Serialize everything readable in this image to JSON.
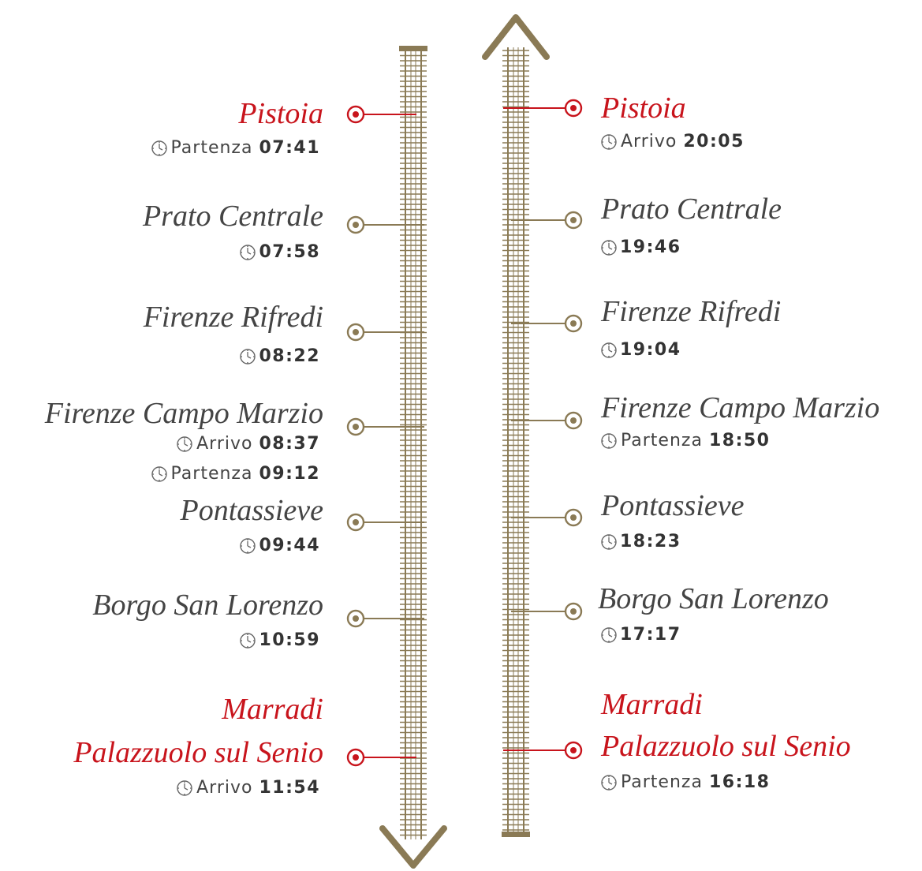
{
  "colors": {
    "track": "#8a7a55",
    "highlight": "#c8141c",
    "text": "#444444"
  },
  "icons": {
    "clock": "clock-icon",
    "station": "station-dot-icon",
    "arrow_down": "arrow-down-icon",
    "arrow_up": "arrow-up-icon"
  },
  "outbound": [
    {
      "names": [
        "Pistoia"
      ],
      "highlight": true,
      "times": [
        {
          "label": "Partenza",
          "value": "07:41"
        }
      ]
    },
    {
      "names": [
        "Prato Centrale"
      ],
      "highlight": false,
      "times": [
        {
          "label": "",
          "value": "07:58"
        }
      ]
    },
    {
      "names": [
        "Firenze Rifredi"
      ],
      "highlight": false,
      "times": [
        {
          "label": "",
          "value": "08:22"
        }
      ]
    },
    {
      "names": [
        "Firenze Campo Marzio"
      ],
      "highlight": false,
      "times": [
        {
          "label": "Arrivo",
          "value": "08:37"
        },
        {
          "label": "Partenza",
          "value": "09:12"
        }
      ]
    },
    {
      "names": [
        "Pontassieve"
      ],
      "highlight": false,
      "times": [
        {
          "label": "",
          "value": "09:44"
        }
      ]
    },
    {
      "names": [
        "Borgo San Lorenzo"
      ],
      "highlight": false,
      "times": [
        {
          "label": "",
          "value": "10:59"
        }
      ]
    },
    {
      "names": [
        "Marradi",
        "Palazzuolo sul Senio"
      ],
      "highlight": true,
      "times": [
        {
          "label": "Arrivo",
          "value": "11:54"
        }
      ]
    }
  ],
  "return": [
    {
      "names": [
        "Pistoia"
      ],
      "highlight": true,
      "times": [
        {
          "label": "Arrivo",
          "value": "20:05"
        }
      ]
    },
    {
      "names": [
        "Prato Centrale"
      ],
      "highlight": false,
      "times": [
        {
          "label": "",
          "value": "19:46"
        }
      ]
    },
    {
      "names": [
        "Firenze Rifredi"
      ],
      "highlight": false,
      "times": [
        {
          "label": "",
          "value": "19:04"
        }
      ]
    },
    {
      "names": [
        "Firenze Campo Marzio"
      ],
      "highlight": false,
      "times": [
        {
          "label": "Partenza",
          "value": "18:50"
        }
      ]
    },
    {
      "names": [
        "Pontassieve"
      ],
      "highlight": false,
      "times": [
        {
          "label": "",
          "value": "18:23"
        }
      ]
    },
    {
      "names": [
        "Borgo San Lorenzo"
      ],
      "highlight": false,
      "times": [
        {
          "label": "",
          "value": "17:17"
        }
      ]
    },
    {
      "names": [
        "Marradi",
        "Palazzuolo sul Senio"
      ],
      "highlight": true,
      "times": [
        {
          "label": "Partenza",
          "value": "16:18"
        }
      ]
    }
  ]
}
